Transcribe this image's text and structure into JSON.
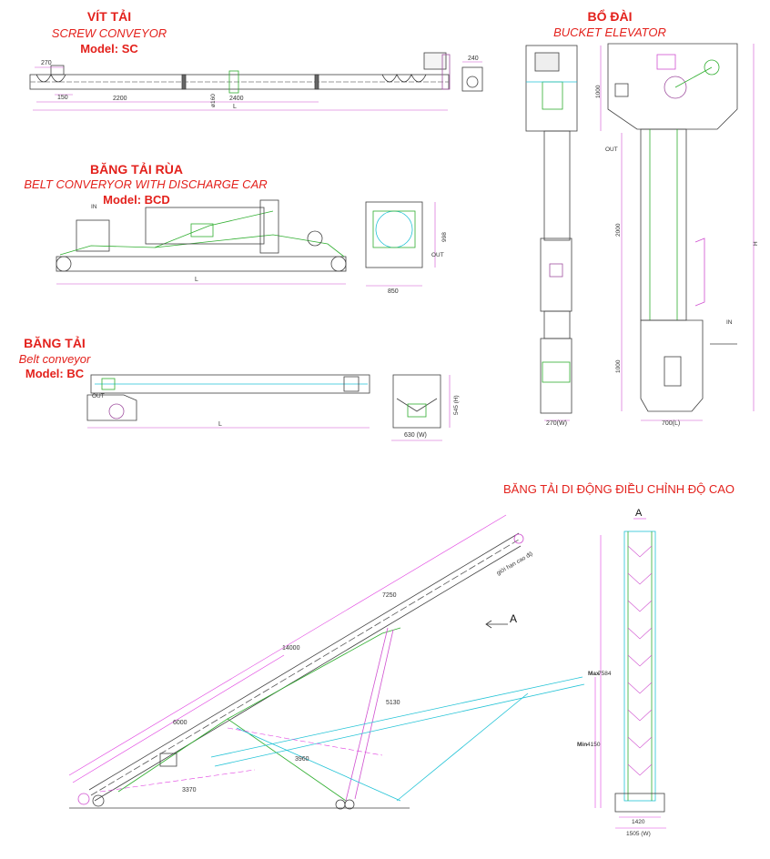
{
  "screw_conveyor": {
    "title_vi": "VÍT TẢI",
    "title_en": "SCREW CONVEYOR",
    "model": "Model: SC",
    "dims": {
      "d270": "270",
      "d150": "150",
      "d2200": "2200",
      "d160": "ø160",
      "d2400": "2400",
      "dL": "L",
      "d240": "240"
    }
  },
  "bucket_elevator": {
    "title_vi": "BỔ ĐÀI",
    "title_en": "BUCKET ELEVATOR",
    "dims": {
      "d1000a": "1000",
      "d2000": "2000",
      "d1000b": "1000",
      "dH": "H",
      "d270w": "270(W)",
      "d700l": "700(L)",
      "out": "OUT",
      "in": "IN"
    }
  },
  "belt_discharge": {
    "title_vi": "BĂNG TẢI RÙA",
    "title_en": "BELT CONVERYOR WITH DISCHARGE CAR",
    "model": "Model: BCD",
    "dims": {
      "in": "IN",
      "dL": "L",
      "d998": "998",
      "out": "OUT",
      "d850": "850"
    }
  },
  "belt_conveyor": {
    "title_vi": "BĂNG TẢI",
    "title_en": "Belt conveyor",
    "model": "Model: BC",
    "dims": {
      "out": "OUT",
      "dL": "L",
      "d545": "545 (H)",
      "d630": "630 (W)"
    }
  },
  "mobile_conveyor": {
    "title": "BĂNG TẢI DI ĐỘNG ĐIỀU CHỈNH ĐỘ CAO",
    "section_label": "A",
    "arrow_label": "A",
    "dims": {
      "d7250": "7250",
      "d14000": "14000",
      "d6000": "6000",
      "d5130": "5130",
      "d3960": "3960",
      "d3370": "3370",
      "max": "Max",
      "d7584": "7584",
      "min": "Min",
      "d4150": "4150",
      "d1420": "1420",
      "d1505": "1505 (W)",
      "note": "giới hạn cao độ"
    }
  },
  "colors": {
    "title_red": "#e3211c",
    "outline_magenta": "#e040e0",
    "belt_green": "#2fae2f",
    "frame_cyan": "#22c3d6",
    "line_dark": "#404040"
  }
}
